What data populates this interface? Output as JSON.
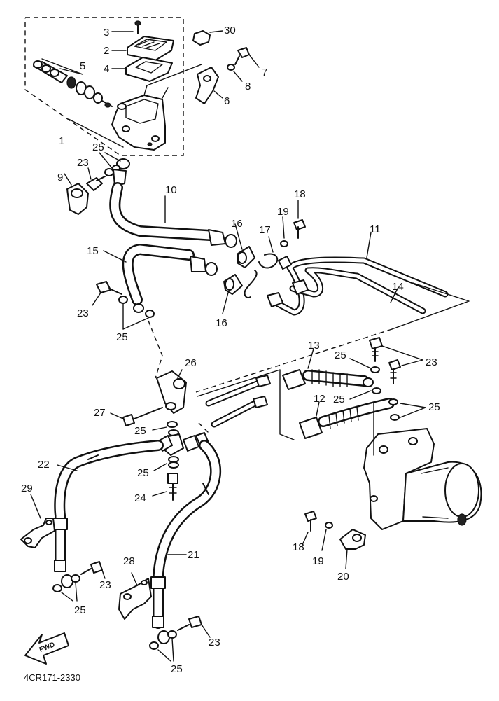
{
  "diagram_code": "4CR171-2330",
  "fwd_label": "FWD",
  "callouts": {
    "c1": "1",
    "c2": "2",
    "c3": "3",
    "c4": "4",
    "c5": "5",
    "c6": "6",
    "c7": "7",
    "c8": "8",
    "c9": "9",
    "c10": "10",
    "c11": "11",
    "c12": "12",
    "c13": "13",
    "c14": "14",
    "c15": "15",
    "c16a": "16",
    "c16b": "16",
    "c17": "17",
    "c18a": "18",
    "c18b": "18",
    "c19a": "19",
    "c19b": "19",
    "c20": "20",
    "c21": "21",
    "c22": "22",
    "c23a": "23",
    "c23b": "23",
    "c23c": "23",
    "c23d": "23",
    "c23e": "23",
    "c24": "24",
    "c25a": "25",
    "c25b": "25",
    "c25c": "25",
    "c25d": "25",
    "c25e": "25",
    "c25f": "25",
    "c25g": "25",
    "c25h": "25",
    "c26": "26",
    "c27": "27",
    "c28": "28",
    "c29": "29",
    "c30": "30"
  }
}
